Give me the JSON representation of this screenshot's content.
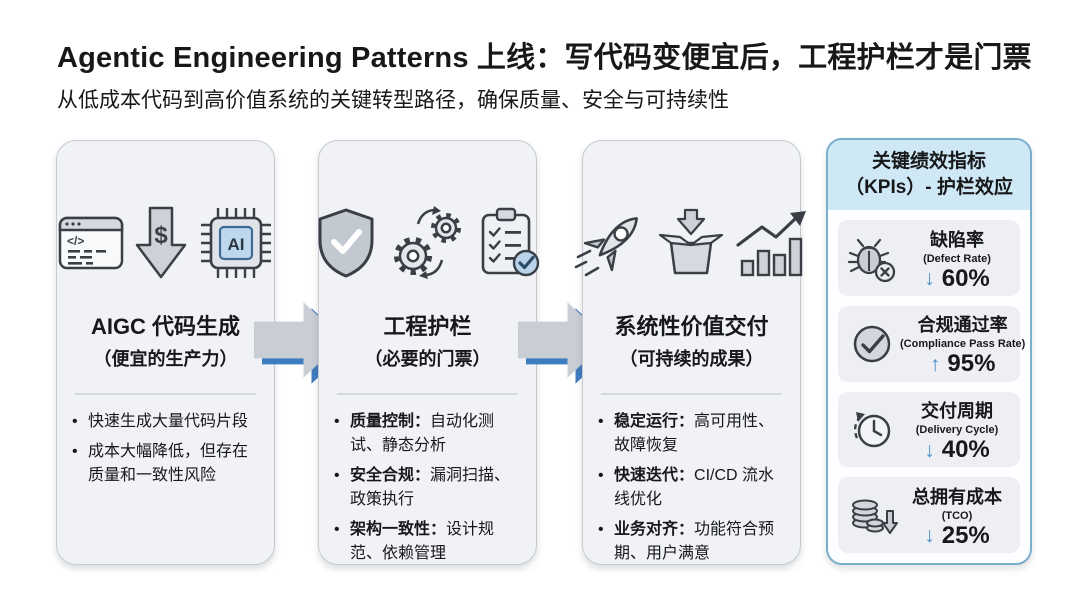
{
  "header": {
    "title": "Agentic Engineering Patterns 上线：写代码变便宜后，工程护栏才是门票",
    "subtitle": "从低成本代码到高价值系统的关键转型路径，确保质量、安全与可持续性"
  },
  "stages": [
    {
      "title": "AIGC 代码生成",
      "subtitle": "（便宜的生产力）",
      "icons": [
        "code-window-icon",
        "dollar-down-arrow-icon",
        "ai-chip-icon"
      ],
      "bullets": [
        {
          "term": "",
          "desc": "快速生成大量代码片段"
        },
        {
          "term": "",
          "desc": "成本大幅降低，但存在质量和一致性风险"
        }
      ]
    },
    {
      "title": "工程护栏",
      "subtitle": "（必要的门票）",
      "icons": [
        "shield-check-icon",
        "gears-icon",
        "clipboard-check-icon"
      ],
      "bullets": [
        {
          "term": "质量控制：",
          "desc": "自动化测试、静态分析"
        },
        {
          "term": "安全合规：",
          "desc": "漏洞扫描、政策执行"
        },
        {
          "term": "架构一致性：",
          "desc": "设计规范、依赖管理"
        }
      ]
    },
    {
      "title": "系统性价值交付",
      "subtitle": "（可持续的成果）",
      "icons": [
        "rocket-icon",
        "open-box-arrow-icon",
        "growth-chart-icon"
      ],
      "bullets": [
        {
          "term": "稳定运行：",
          "desc": "高可用性、故障恢复"
        },
        {
          "term": "快速迭代：",
          "desc": "CI/CD 流水线优化"
        },
        {
          "term": "业务对齐：",
          "desc": "功能符合预期、用户满意"
        }
      ]
    }
  ],
  "kpi_panel": {
    "title_line1": "关键绩效指标",
    "title_line2": "（KPIs）- 护栏效应",
    "items": [
      {
        "icon": "bug-icon",
        "label": "缺陷率",
        "label_en": "(Defect Rate)",
        "arrow": "↓",
        "direction": "down",
        "value": "60%"
      },
      {
        "icon": "check-circle-icon",
        "label": "合规通过率",
        "label_en": "(Compliance Pass Rate)",
        "arrow": "↑",
        "direction": "up",
        "value": "95%"
      },
      {
        "icon": "history-clock-icon",
        "label": "交付周期",
        "label_en": "(Delivery Cycle)",
        "arrow": "↓",
        "direction": "down",
        "value": "40%"
      },
      {
        "icon": "coins-down-icon",
        "label": "总拥有成本",
        "label_en": "(TCO)",
        "arrow": "↓",
        "direction": "down",
        "value": "25%"
      }
    ]
  },
  "colors": {
    "accent-blue": "#3e7cc0",
    "kpi-blue": "#4a90c9",
    "kpi-border": "#79aecd",
    "kpi-header-bg": "#cfe8f6",
    "card-bg": "#f0f2f6",
    "card-border": "#c5cad1",
    "kpi-card-bg": "#edeff3",
    "text": "#17181a"
  }
}
